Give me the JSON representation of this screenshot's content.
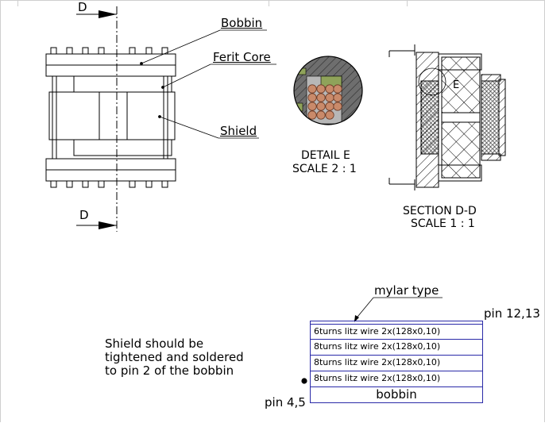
{
  "front_view": {
    "section_mark_top": "D",
    "section_mark_bottom": "D",
    "callouts": {
      "bobbin": "Bobbin",
      "ferit_core": "Ferit Core",
      "shield": "Shield"
    }
  },
  "detail_e": {
    "title": "DETAIL E",
    "scale": "SCALE 2 : 1"
  },
  "section_dd": {
    "detail_mark": "E",
    "title": "SECTION D-D",
    "scale": "SCALE 1 : 1"
  },
  "note": {
    "lines": [
      "Shield should be",
      "tightened and soldered",
      "to pin 2 of the bobbin"
    ]
  },
  "winding_stack": {
    "insulation_label": "mylar type",
    "pin_top": "pin 12,13",
    "pin_bottom": "pin 4,5",
    "layers": [
      "6turns litz wire 2x(128x0,10)",
      "8turns litz wire 2x(128x0,10)",
      "8turns litz wire 2x(128x0,10)",
      "8turns litz wire 2x(128x0,10)"
    ],
    "base": "bobbin"
  },
  "colors": {
    "line": "#000000",
    "table_border": "#2a2aa8",
    "copper": "#c98a6a",
    "bobbin_green": "#8fa35a",
    "core_gray": "#7a7a7a"
  }
}
